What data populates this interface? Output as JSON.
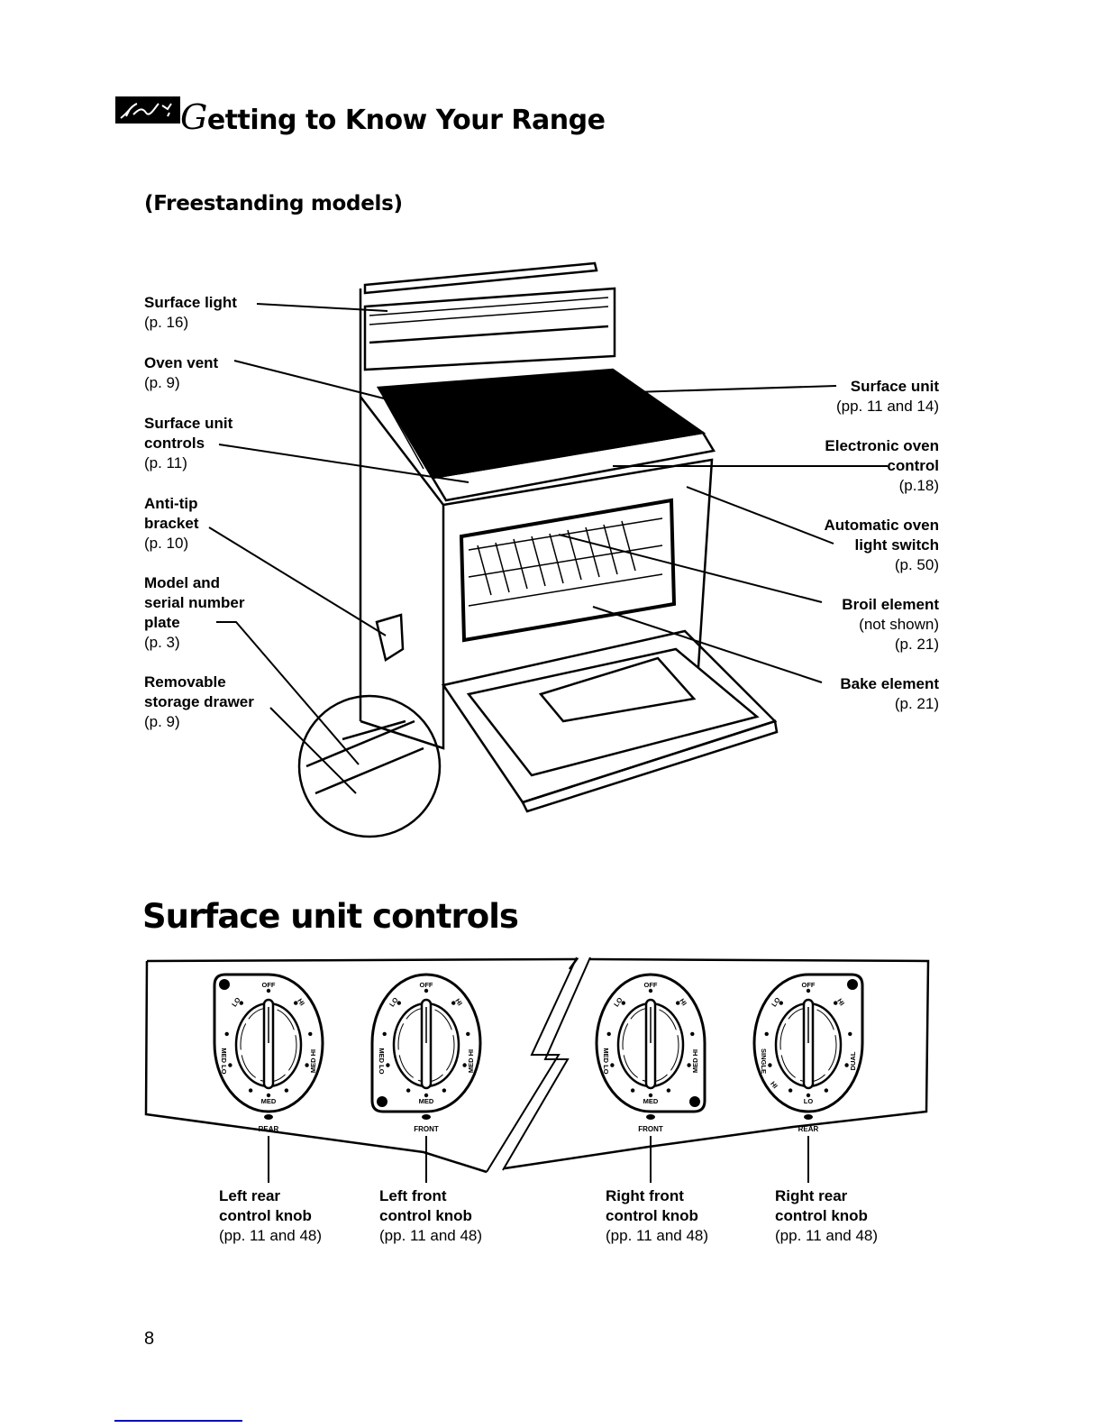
{
  "header": {
    "title_initial": "G",
    "title_rest": "etting to Know Your Range",
    "logo_icon": "decorative-logo-icon"
  },
  "subtitle": "(Freestanding models)",
  "diagram": {
    "left_callouts": [
      {
        "label": "Surface light",
        "ref": "(p. 16)"
      },
      {
        "label": "Oven vent",
        "ref": "(p. 9)"
      },
      {
        "label": "Surface unit controls",
        "label_lines": [
          "Surface unit",
          "controls"
        ],
        "ref": "(p. 11)"
      },
      {
        "label": "Anti-tip bracket",
        "label_lines": [
          "Anti-tip",
          "bracket"
        ],
        "ref": "(p. 10)"
      },
      {
        "label": "Model and serial number plate",
        "label_lines": [
          "Model and",
          "serial number",
          "plate"
        ],
        "ref": "(p. 3)"
      },
      {
        "label": "Removable storage drawer",
        "label_lines": [
          "Removable",
          "storage drawer"
        ],
        "ref": "(p. 9)"
      }
    ],
    "right_callouts": [
      {
        "label": "Surface unit",
        "ref": "(pp. 11 and 14)"
      },
      {
        "label": "Electronic oven control",
        "label_lines": [
          "Electronic oven",
          "control"
        ],
        "ref": "(p.18)"
      },
      {
        "label": "Automatic oven light switch",
        "label_lines": [
          "Automatic oven",
          "light switch"
        ],
        "ref": "(p. 50)"
      },
      {
        "label": "Broil element",
        "note": "(not shown)",
        "ref": "(p. 21)"
      },
      {
        "label": "Bake element",
        "ref": "(p. 21)"
      }
    ]
  },
  "section2": {
    "title": "Surface unit controls",
    "knobs": [
      {
        "position_label": "REAR",
        "dial": {
          "top": "OFF",
          "upper_left": "LO",
          "upper_right": "HI",
          "left": "MED LO",
          "right": "MED HI",
          "bottom": "MED"
        },
        "label_lines": [
          "Left rear",
          "control knob"
        ],
        "ref": "(pp. 11 and 48)"
      },
      {
        "position_label": "FRONT",
        "dial": {
          "top": "OFF",
          "upper_left": "LO",
          "upper_right": "HI",
          "left": "MED LO",
          "right": "MED HI",
          "bottom": "MED"
        },
        "label_lines": [
          "Left front",
          "control knob"
        ],
        "ref": "(pp. 11 and 48)"
      },
      {
        "position_label": "FRONT",
        "dial": {
          "top": "OFF",
          "upper_left": "LO",
          "upper_right": "HI",
          "left": "MED LO",
          "right": "MED HI",
          "bottom": "MED"
        },
        "label_lines": [
          "Right front",
          "control knob"
        ],
        "ref": "(pp. 11 and 48)"
      },
      {
        "position_label": "REAR",
        "dial": {
          "top": "OFF",
          "upper_left": "LO",
          "upper_right": "HI",
          "left": "SINGLE",
          "lower_left": "HI",
          "right": "DUAL",
          "bottom": "LO"
        },
        "label_lines": [
          "Right rear",
          "control knob"
        ],
        "ref": "(pp. 11 and 48)"
      }
    ]
  },
  "footer": {
    "page_number": "8",
    "rule_color": "#0000cc"
  }
}
